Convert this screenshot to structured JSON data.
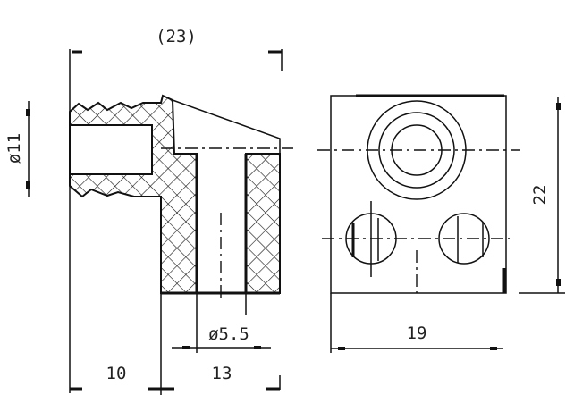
{
  "drawing": {
    "section_view": {
      "overall_length": "(23)",
      "tube_diameter": "ø11",
      "bore_diameter": "ø5.5",
      "tube_length": "10",
      "cap_length": "13"
    },
    "end_view": {
      "width": "19",
      "height": "22"
    },
    "line_color": "#111111"
  }
}
